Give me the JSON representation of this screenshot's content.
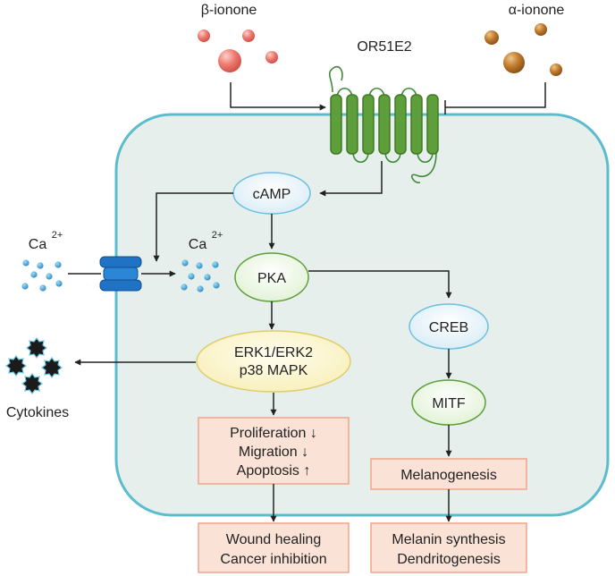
{
  "ligands": {
    "beta": "β-ionone",
    "alpha": "α-ionone"
  },
  "receptor": "OR51E2",
  "nodes": {
    "camp": "cAMP",
    "pka": "PKA",
    "creb": "CREB",
    "mitf": "MITF",
    "erk_line1": "ERK1/ERK2",
    "erk_line2": "p38 MAPK"
  },
  "calcium": {
    "symbol": "Ca",
    "charge": "2+"
  },
  "cytokines": "Cytokines",
  "effects": {
    "left": [
      {
        "label": "Proliferation",
        "arrow": "↓"
      },
      {
        "label": "Migration",
        "arrow": "↓"
      },
      {
        "label": "Apoptosis",
        "arrow": "↑"
      }
    ],
    "right": "Melanogenesis"
  },
  "outcomes": {
    "left": [
      "Wound healing",
      "Cancer inhibition"
    ],
    "right": [
      "Melanin synthesis",
      "Dendritogenesis"
    ]
  },
  "colors": {
    "cell_fill": "#e6efec",
    "cell_border": "#5bbccd",
    "receptor": "#5e9e3b",
    "beta_ionone": "#e8756d",
    "alpha_ionone": "#b5702a",
    "blue_node": "#e3f1f8",
    "green_node": "#e9f6df",
    "yellow_node": "#fbf6cf",
    "box_fill": "#fbe2d6",
    "box_border": "#eea58a"
  }
}
